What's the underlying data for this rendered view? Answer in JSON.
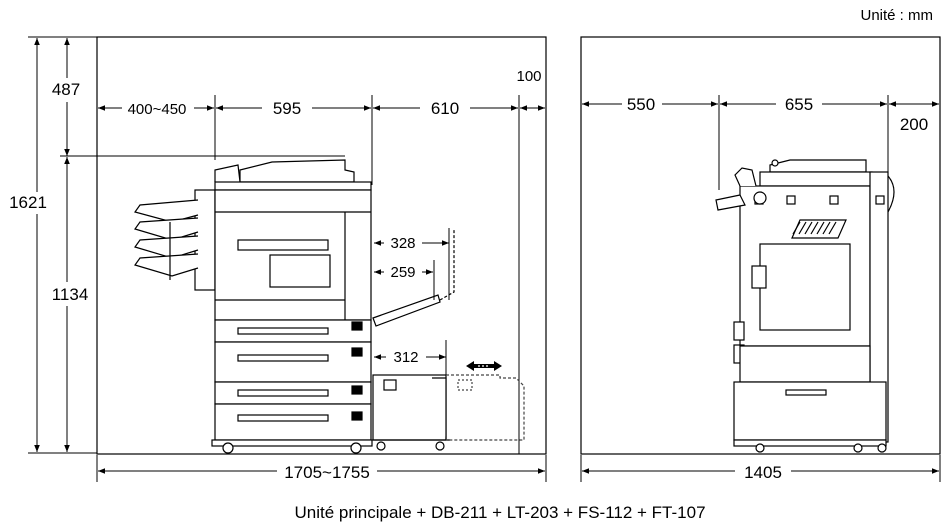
{
  "unit_label": "Unité : mm",
  "caption": "Unité principale + DB-211 + LT-203 + FS-112 + FT-107",
  "front_view": {
    "height_total": "1621",
    "height_top": "487",
    "height_body": "1134",
    "width_left_clearance": "400~450",
    "width_body": "595",
    "width_right_clearance": "610",
    "width_edge": "100",
    "tray_extension_1": "328",
    "tray_extension_2": "259",
    "lct_extension": "312",
    "width_total": "1705~1755"
  },
  "side_view": {
    "width_front_clearance": "550",
    "width_body": "655",
    "width_rear_clearance": "200",
    "width_total": "1405"
  },
  "colors": {
    "line": "#000000",
    "dashed": "#444444",
    "fill": "#ffffff"
  }
}
